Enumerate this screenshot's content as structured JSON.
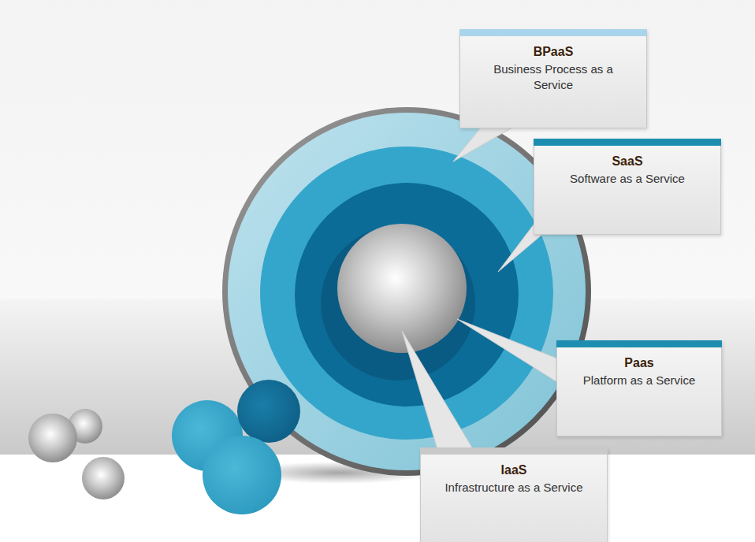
{
  "diagram": {
    "nodes": [
      {
        "text": [
          "BPaaS",
          "Business Process as a Service"
        ]
      },
      {
        "text": [
          "SaaS",
          "Software as a Service"
        ]
      },
      {
        "text": [
          "Paas",
          "Platform as a Service"
        ]
      },
      {
        "text": [
          "IaaS",
          "Infrastructure as a Service"
        ]
      }
    ]
  }
}
